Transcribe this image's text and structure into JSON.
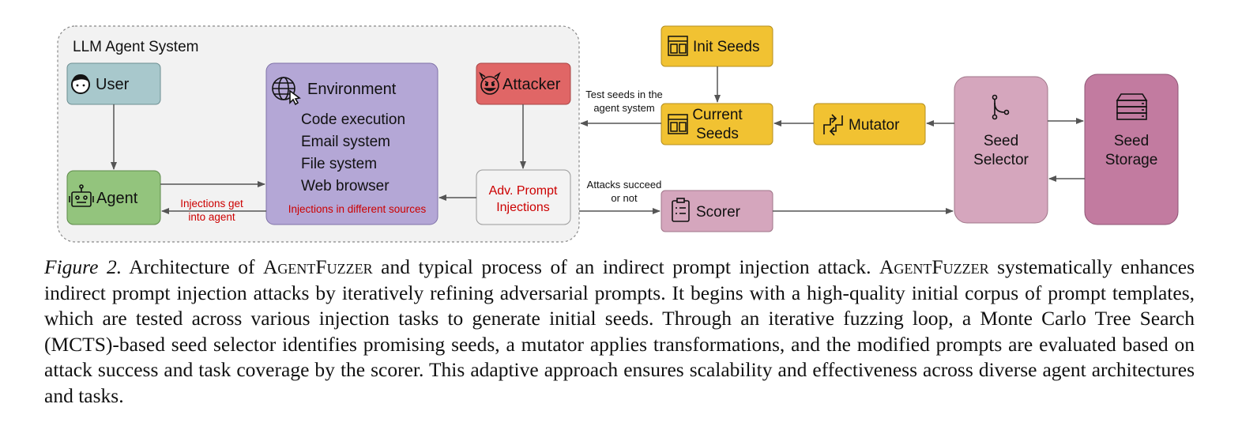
{
  "system": {
    "label": "LLM Agent System"
  },
  "nodes": {
    "user": "User",
    "agent": "Agent",
    "environment": {
      "title": "Environment",
      "items": [
        "Code execution",
        "Email system",
        "File system",
        "Web browser"
      ],
      "note": "Injections in different sources"
    },
    "attacker": "Attacker",
    "adv_injections": [
      "Adv. Prompt",
      "Injections"
    ],
    "init_seeds": "Init Seeds",
    "current_seeds": [
      "Current",
      "Seeds"
    ],
    "mutator": "Mutator",
    "scorer": "Scorer",
    "seed_selector": [
      "Seed",
      "Selector"
    ],
    "seed_storage": [
      "Seed",
      "Storage"
    ]
  },
  "edge_labels": {
    "injections_agent": [
      "Injections get",
      "into agent"
    ],
    "test_seeds": [
      "Test seeds in the",
      "agent system"
    ],
    "attacks_succeed": [
      "Attacks succeed",
      "or not"
    ]
  },
  "caption": {
    "label": "Figure 2.",
    "p1": " Architecture of ",
    "name1": "AgentFuzzer",
    "p2": " and typical process of an indirect prompt injection attack. ",
    "name2": "AgentFuzzer",
    "p3": " systematically enhances indirect prompt injection attacks by iteratively refining adversarial prompts. It begins with a high-quality initial corpus of prompt templates, which are tested across various injection tasks to generate initial seeds. Through an iterative fuzzing loop, a Monte Carlo Tree Search (MCTS)-based seed selector identifies promising seeds, a mutator applies transformations, and the modified prompts are evaluated based on attack success and task coverage by the scorer. This adaptive approach ensures scalability and effectiveness across diverse agent architectures and tasks."
  },
  "colors": {
    "user": "#a8c8cc",
    "agent": "#93c47d",
    "environment": "#b4a7d6",
    "attacker": "#e06666",
    "seeds": "#f1c232",
    "scorer": "#d5a6bd",
    "storage": "#c27ba0",
    "red_text": "#cc0000"
  }
}
